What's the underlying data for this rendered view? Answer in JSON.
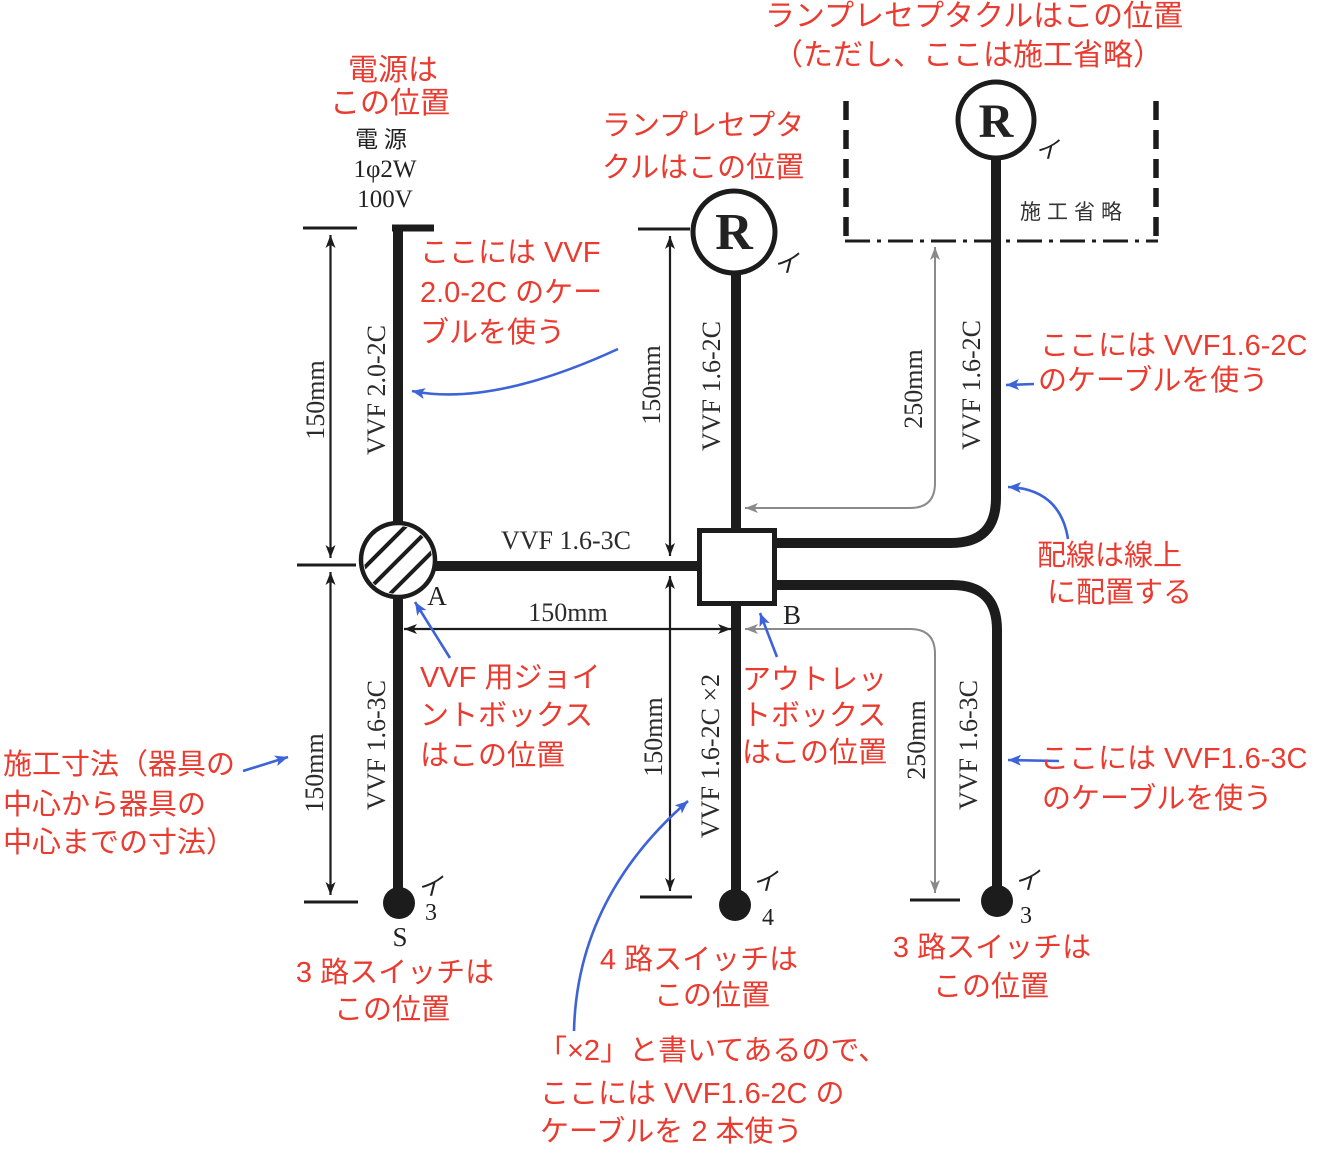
{
  "colors": {
    "red": "#e93b2f",
    "blue": "#3c63d8",
    "line": "#1c1c1c",
    "gray": "#8a8a8a",
    "ink": "#222222"
  },
  "source": {
    "note": [
      "電源は",
      "この位置"
    ],
    "spec": [
      "電 源",
      "1φ2W",
      "100V"
    ]
  },
  "omitted_box": {
    "label": "施工省略"
  },
  "receptacle_letter": "R",
  "annotations": {
    "top": [
      "ランプレセプタクルはこの位置",
      "（ただし、ここは施工省略）"
    ],
    "lamp_mid": [
      "ランプレセプタ",
      "クルはこの位置"
    ],
    "vvf20": [
      "ここには VVF",
      "2.0-2C のケー",
      "ブルを使う"
    ],
    "vvf162c_right": [
      "ここには VVF1.6-2C",
      "のケーブルを使う"
    ],
    "on_line": [
      "配線は線上",
      "に配置する"
    ],
    "joint_box": [
      "VVF 用ジョイ",
      "ントボックス",
      "はこの位置"
    ],
    "outlet_box": [
      "アウトレッ",
      "トボックス",
      "はこの位置"
    ],
    "dim_note": [
      "施工寸法（器具の",
      "中心から器具の",
      "中心までの寸法）"
    ],
    "sw3_left": [
      "3 路スイッチは",
      "この位置"
    ],
    "sw4_mid": [
      "4 路スイッチは",
      "この位置"
    ],
    "sw3_right": [
      "3 路スイッチは",
      "この位置"
    ],
    "vvf163c_right": [
      "ここには VVF1.6-3C",
      "のケーブルを使う"
    ],
    "x2": [
      "「×2」と書いてあるので、",
      "ここには VVF1.6-2C の",
      "ケーブルを 2 本使う"
    ]
  },
  "cable_labels": {
    "vvf20_2c": "VVF 2.0-2C",
    "vvf16_3c_ab": "VVF 1.6-3C",
    "vvf16_2c_mid": "VVF 1.6-2C",
    "vvf16_2c_right": "VVF 1.6-2C",
    "vvf16_3c_left": "VVF 1.6-3C",
    "vvf16_2c_x2": "VVF 1.6-2C ×2",
    "vvf16_3c_lower_right": "VVF 1.6-3C"
  },
  "dimensions": {
    "left_top": "150mm",
    "left_bottom": "150mm",
    "mid_top": "150mm",
    "mid_bottom": "150mm",
    "horizontal": "150mm",
    "right_top": "250mm",
    "right_bottom": "250mm"
  },
  "marks": {
    "a": "A",
    "b": "B",
    "s": "S",
    "i_lamp_mid": "イ",
    "i_lamp_right": "イ",
    "i_sw_left": "イ",
    "i_sw_mid": "イ",
    "i_sw_right": "イ",
    "n_sw_left": "3",
    "n_sw_mid": "4",
    "n_sw_right": "3"
  }
}
